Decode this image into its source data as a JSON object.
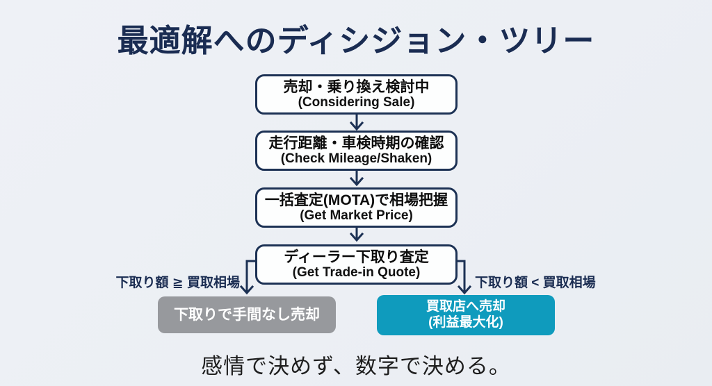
{
  "title": "最適解へのディシジョン・ツリー",
  "flow_boxes": [
    {
      "jp": "売却・乗り換え検討中",
      "en": "(Considering Sale)"
    },
    {
      "jp": "走行距離・車検時期の確認",
      "en": "(Check Mileage/Shaken)"
    },
    {
      "jp": "一括査定(MOTA)で相場把握",
      "en": "(Get Market Price)"
    },
    {
      "jp": "ディーラー下取り査定",
      "en": "(Get Trade-in Quote)"
    }
  ],
  "branches": {
    "left": {
      "condition": "下取り額 ≧ 買取相場",
      "result": "下取りで手間なし売却"
    },
    "right": {
      "condition": "下取り額 < 買取相場",
      "result_line1": "買取店へ売却",
      "result_line2": "(利益最大化)"
    }
  },
  "footer": "感情で決めず、数字で決める。",
  "colors": {
    "background": "#edf0f5",
    "title_navy": "#1a2c52",
    "box_border_navy": "#1c3154",
    "box_fill": "#fdfefe",
    "connector_navy": "#1c3154",
    "result_gray": "#97999d",
    "result_blue": "#0f9bbd",
    "result_text": "#ffffff",
    "footer_text": "#1e1e1e"
  }
}
